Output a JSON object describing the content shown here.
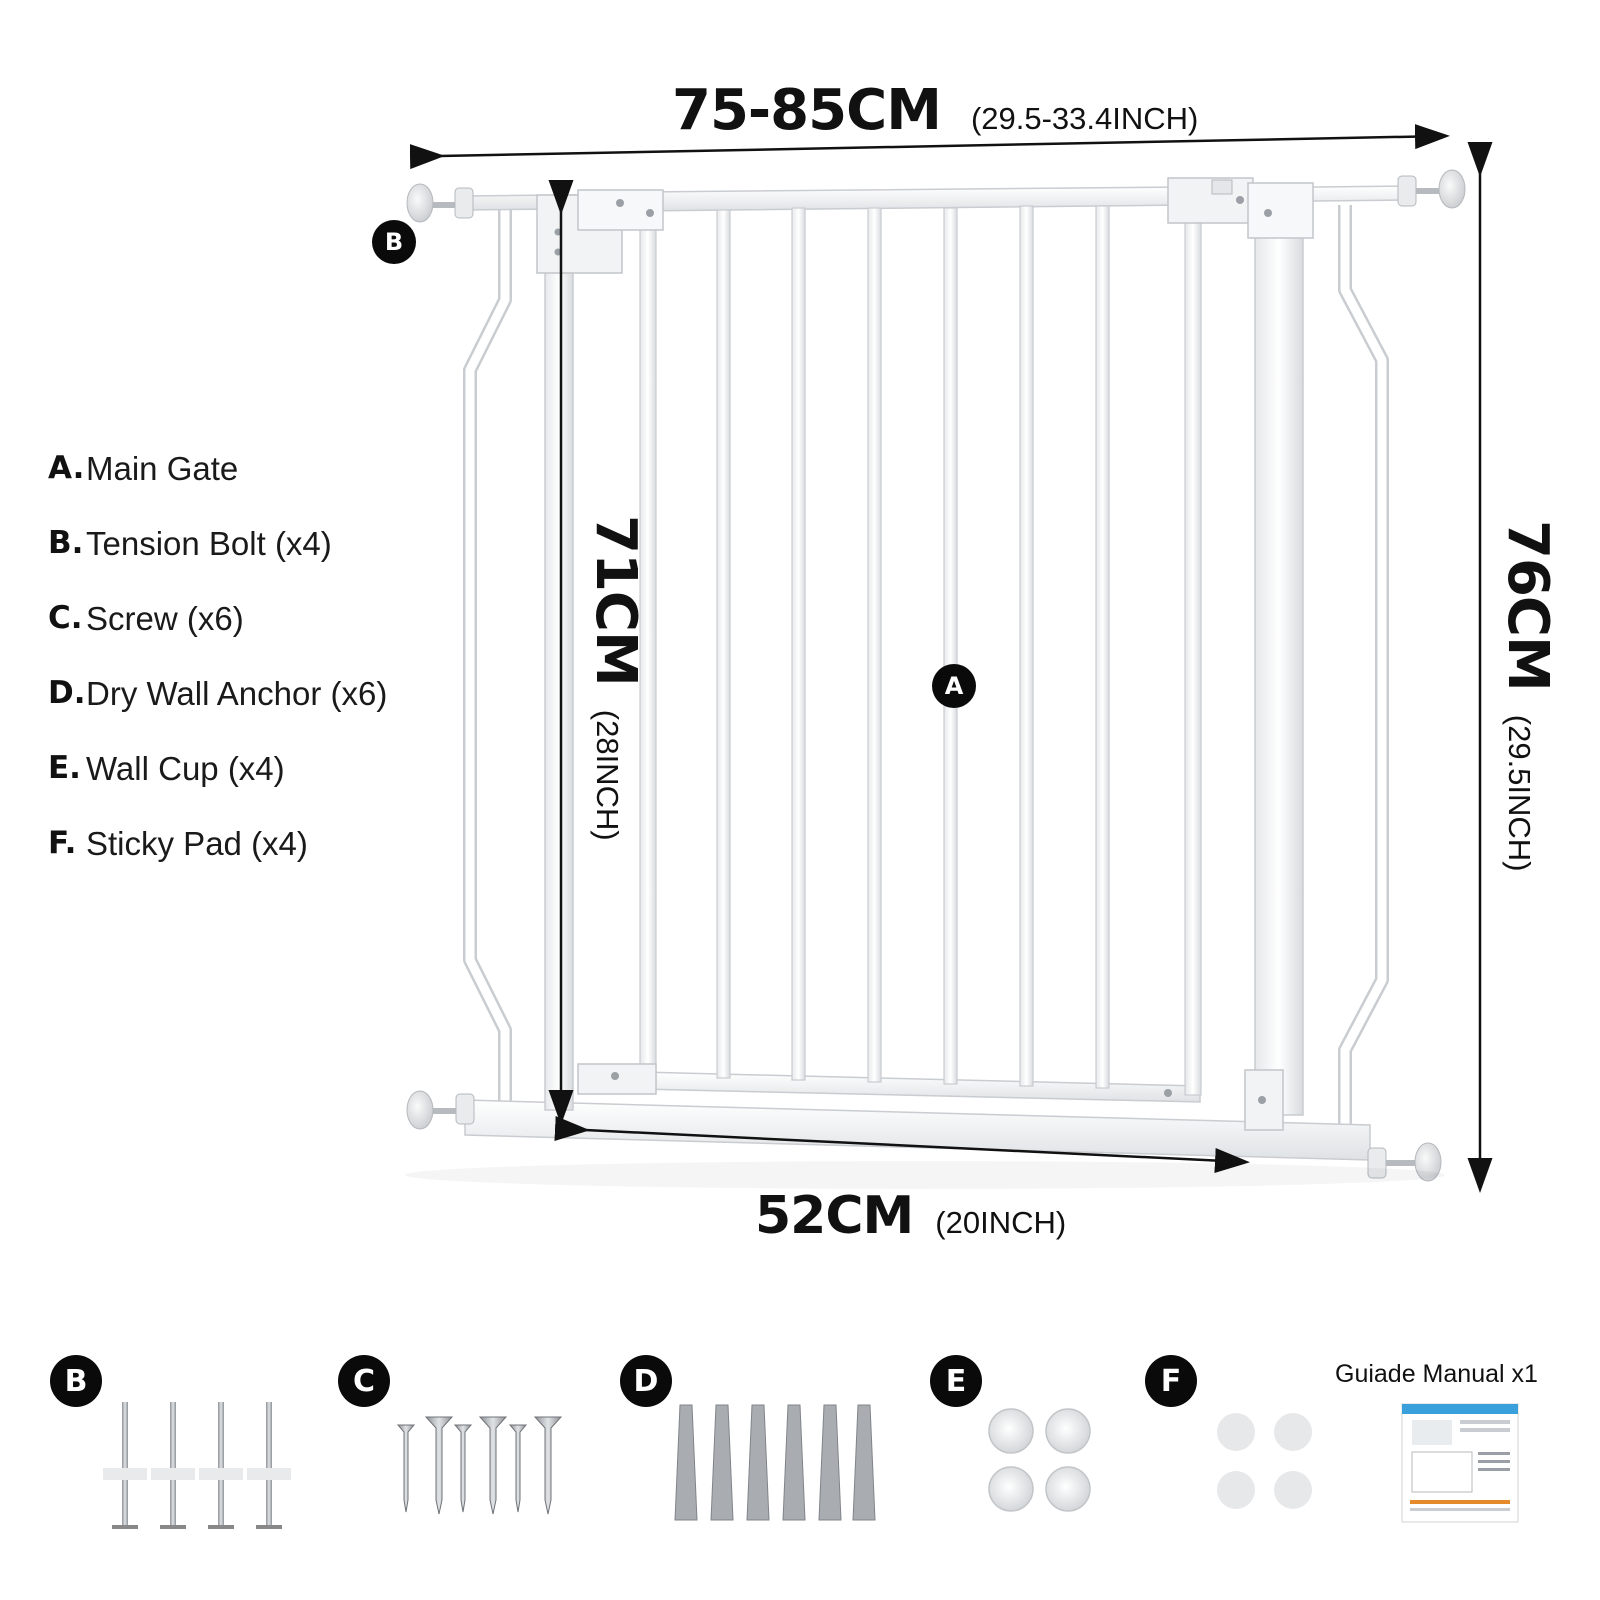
{
  "dimensions": {
    "width": {
      "main": "75-85CM",
      "sub": "(29.5-33.4INCH)"
    },
    "gate_height": {
      "main": "71CM",
      "sub": "(28INCH)"
    },
    "total_height": {
      "main": "76CM",
      "sub": "(29.5INCH)"
    },
    "opening": {
      "main": "52CM",
      "sub": "(20INCH)"
    }
  },
  "parts": [
    {
      "letter": "A.",
      "name": "Main Gate"
    },
    {
      "letter": "B.",
      "name": "Tension Bolt (x4)"
    },
    {
      "letter": "C.",
      "name": "Screw (x6)"
    },
    {
      "letter": "D.",
      "name": "Dry Wall Anchor (x6)"
    },
    {
      "letter": "E.",
      "name": "Wall Cup (x4)"
    },
    {
      "letter": "F.",
      "name": "Sticky Pad (x4)"
    }
  ],
  "callouts": {
    "gate": "A",
    "bolt": "B"
  },
  "accessories": {
    "b": "B",
    "c": "C",
    "d": "D",
    "e": "E",
    "f": "F",
    "manual": "Guiade Manual x1"
  },
  "colors": {
    "gate": "#f4f5f6",
    "gate_edge": "#c9ccd0",
    "badge": "#0a0a0a",
    "dimension_line": "#111111"
  }
}
